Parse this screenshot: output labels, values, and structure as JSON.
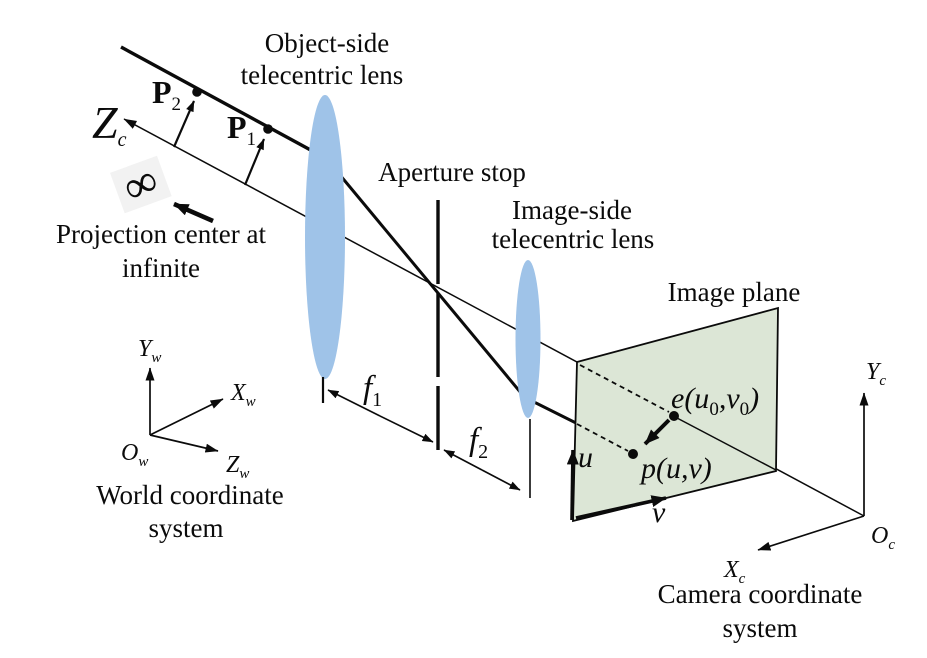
{
  "figure": {
    "labels": {
      "object_lens": {
        "line1": "Object-side",
        "line2": "telecentric lens"
      },
      "aperture_stop": "Aperture stop",
      "image_lens": {
        "line1": "Image-side",
        "line2": "telecentric lens"
      },
      "image_plane": "Image plane",
      "projection_center": {
        "line1": "Projection center at",
        "line2": "infinite"
      },
      "world_cs": {
        "line1": "World coordinate",
        "line2": "system"
      },
      "camera_cs": {
        "line1": "Camera coordinate",
        "line2": "system"
      },
      "infinity": "∞"
    },
    "math": {
      "p2": {
        "base": "P",
        "sub": "2"
      },
      "p1": {
        "base": "P",
        "sub": "1"
      },
      "zc": {
        "base": "Z",
        "sub": "c"
      },
      "yw": {
        "base": "Y",
        "sub": "w"
      },
      "xw": {
        "base": "X",
        "sub": "w"
      },
      "zw": {
        "base": "Z",
        "sub": "w"
      },
      "ow": {
        "base": "O",
        "sub": "w"
      },
      "yc": {
        "base": "Y",
        "sub": "c"
      },
      "xc": {
        "base": "X",
        "sub": "c"
      },
      "oc": {
        "base": "O",
        "sub": "c"
      },
      "f1": {
        "base": "f",
        "sub": "1"
      },
      "f2": {
        "base": "f",
        "sub": "2"
      },
      "u_axis": "u",
      "v_axis": "v",
      "e_point": {
        "p1": "e(u",
        "s1": "0",
        "p2": ",v",
        "s2": "0",
        "p3": ")"
      },
      "p_point": "p(u,v)"
    },
    "colors": {
      "lens": "#9fc3e8",
      "plane": "#dce6d6",
      "ink": "#0b0b0b"
    }
  }
}
